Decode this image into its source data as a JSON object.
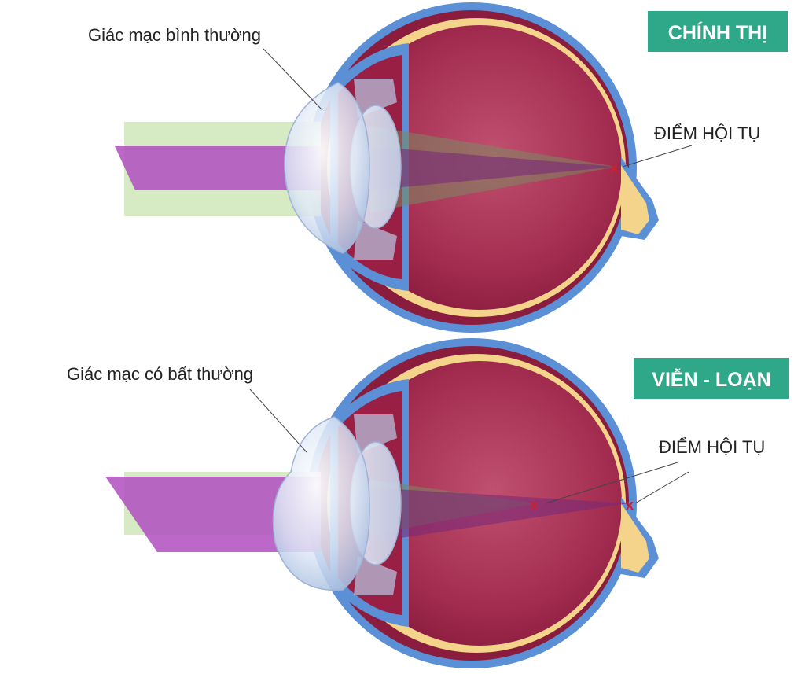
{
  "panels": [
    {
      "badge": "CHÍNH THỊ",
      "cornea_label": "Giác mạc bình thường",
      "focus_label": "ĐIỂM HỘI TỤ",
      "focus_marks": [
        "x"
      ]
    },
    {
      "badge": "VIỄN - LOẠN",
      "cornea_label": "Giác mạc có bất thường",
      "focus_label": "ĐIỂM HỘI TỤ",
      "focus_marks": [
        "x",
        "x"
      ]
    }
  ],
  "colors": {
    "badge_bg": "#2fa88a",
    "sclera": "#5b8fd6",
    "choroid": "#9a1f45",
    "vitreous": "#b5335a",
    "retina": "#f4d38a",
    "beam_green": "#cfe6b8",
    "beam_purple": "#b04ec0",
    "focus_mark": "#d0202c"
  }
}
